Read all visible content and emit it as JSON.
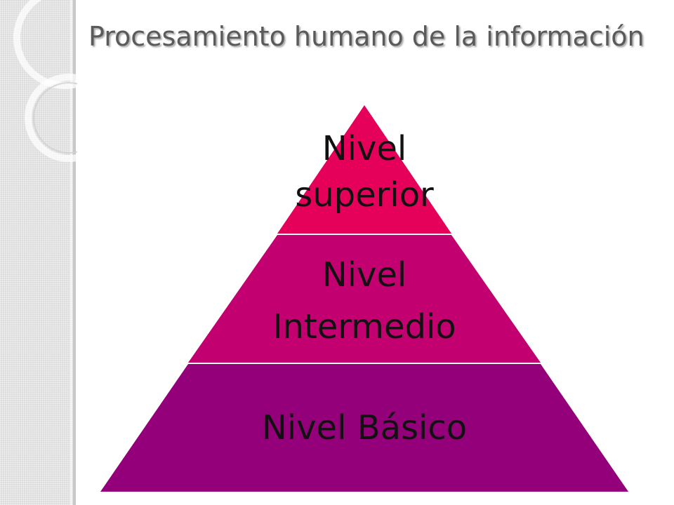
{
  "slide": {
    "title": "Procesamiento humano de la información"
  },
  "pyramid": {
    "levels": [
      {
        "line1": "Nivel",
        "line2": "superior",
        "color": "#e5005a"
      },
      {
        "line1": "Nivel",
        "line2": "Intermedio",
        "color": "#c3006f"
      },
      {
        "line1": "Nivel Básico",
        "color": "#930079"
      }
    ]
  },
  "colors": {
    "side_band": "#dcdcdc",
    "title_text": "#5a5a5a"
  }
}
